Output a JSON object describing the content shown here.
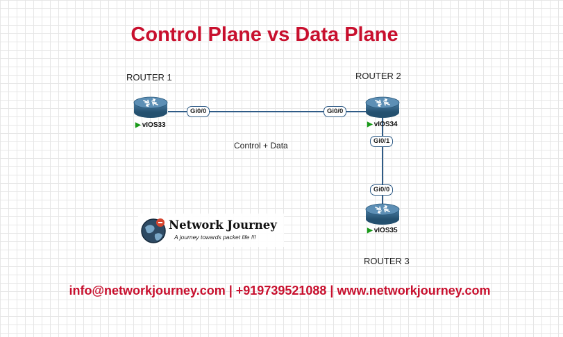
{
  "title": "Control Plane vs Data Plane",
  "routers": [
    {
      "label": "ROUTER 1",
      "node": "vIOS33"
    },
    {
      "label": "ROUTER 2",
      "node": "vIOS34"
    },
    {
      "label": "ROUTER 3",
      "node": "vIOS35"
    }
  ],
  "links": [
    {
      "from": "vIOS33",
      "to": "vIOS34",
      "from_port": "Gi0/0",
      "to_port": "Gi0/0",
      "label": "Control + Data"
    },
    {
      "from": "vIOS34",
      "to": "vIOS35",
      "from_port": "Gi0/1",
      "to_port": "Gi0/0"
    }
  ],
  "logo": {
    "brand": "Network Journey",
    "tagline": "A journey towards packet life !!!"
  },
  "footer": "info@networkjourney.com | +919739521088 | www.networkjourney.com",
  "colors": {
    "accent_red": "#c8102e",
    "link_blue": "#2f5b86",
    "router_blue": "#3d6f94",
    "status_green": "#1a9a1a"
  }
}
